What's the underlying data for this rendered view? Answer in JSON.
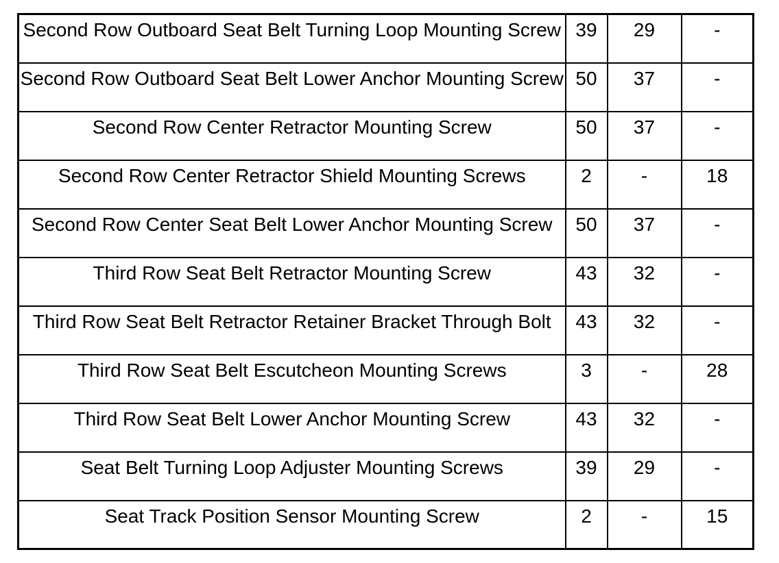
{
  "table": {
    "colors": {
      "border": "#000000",
      "text": "#000000",
      "background": "#ffffff"
    },
    "rows": [
      {
        "description": "Second Row Outboard Seat Belt Turning Loop Mounting Screw",
        "values": [
          "39",
          "29",
          "-"
        ]
      },
      {
        "description": "Second Row Outboard Seat Belt Lower Anchor Mounting Screw",
        "values": [
          "50",
          "37",
          "-"
        ]
      },
      {
        "description": "Second Row Center Retractor Mounting Screw",
        "values": [
          "50",
          "37",
          "-"
        ]
      },
      {
        "description": "Second Row Center Retractor Shield Mounting Screws",
        "values": [
          "2",
          "-",
          "18"
        ]
      },
      {
        "description": "Second Row Center Seat Belt Lower Anchor Mounting Screw",
        "values": [
          "50",
          "37",
          "-"
        ]
      },
      {
        "description": "Third Row Seat Belt Retractor Mounting Screw",
        "values": [
          "43",
          "32",
          "-"
        ]
      },
      {
        "description": "Third Row Seat Belt Retractor Retainer Bracket Through Bolt",
        "values": [
          "43",
          "32",
          "-"
        ]
      },
      {
        "description": "Third Row Seat Belt Escutcheon Mounting Screws",
        "values": [
          "3",
          "-",
          "28"
        ]
      },
      {
        "description": "Third Row Seat Belt Lower Anchor Mounting Screw",
        "values": [
          "43",
          "32",
          "-"
        ]
      },
      {
        "description": "Seat Belt Turning Loop Adjuster Mounting Screws",
        "values": [
          "39",
          "29",
          "-"
        ]
      },
      {
        "description": "Seat Track Position Sensor Mounting Screw",
        "values": [
          "2",
          "-",
          "15"
        ]
      }
    ]
  }
}
